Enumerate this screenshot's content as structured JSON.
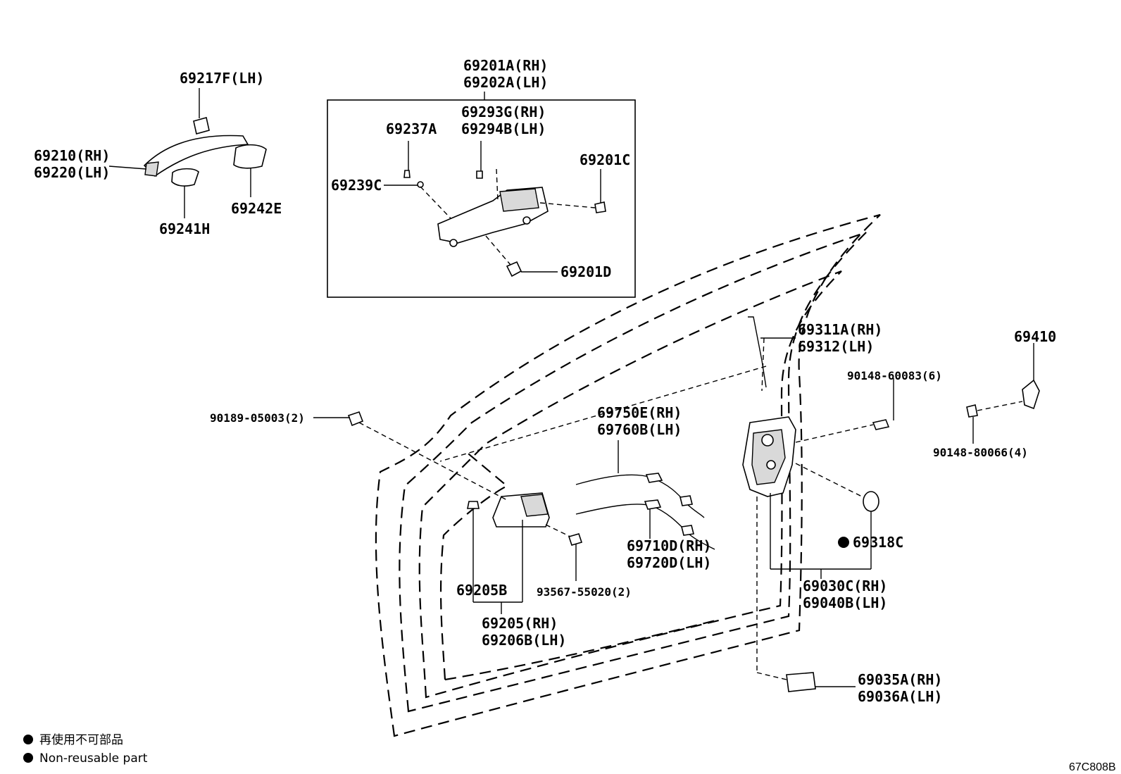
{
  "labels": {
    "p69217F": "69217F(LH)",
    "p69210": "69210(RH)",
    "p69220": "69220(LH)",
    "p69242E": "69242E",
    "p69241H": "69241H",
    "p69201A": "69201A(RH)",
    "p69202A": "69202A(LH)",
    "p69293G": "69293G(RH)",
    "p69294B": "69294B(LH)",
    "p69237A": "69237A",
    "p69239C": "69239C",
    "p69201C": "69201C",
    "p69201D": "69201D",
    "p69311A": "69311A(RH)",
    "p69312": "69312(LH)",
    "p69410": "69410",
    "p90148_60083": "90148-60083(6)",
    "p90148_80066": "90148-80066(4)",
    "p90189": "90189-05003(2)",
    "p69750E": "69750E(RH)",
    "p69760B": "69760B(LH)",
    "p69710D": "69710D(RH)",
    "p69720D": "69720D(LH)",
    "p69318C": "69318C",
    "p69030C": "69030C(RH)",
    "p69040B": "69040B(LH)",
    "p69205B": "69205B",
    "p93567": "93567-55020(2)",
    "p69205": "69205(RH)",
    "p69206B": "69206B(LH)",
    "p69035A": "69035A(RH)",
    "p69036A": "69036A(LH)"
  },
  "legend": {
    "ja": "再使用不可部品",
    "en": "Non-reusable part"
  },
  "figure_code": "67C808B"
}
